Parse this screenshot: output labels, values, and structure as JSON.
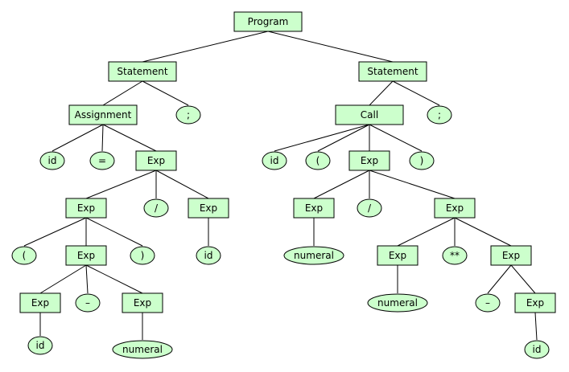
{
  "diagram": {
    "type": "parse-tree",
    "colors": {
      "node_fill": "#ccffcc",
      "node_stroke": "#000000",
      "edge": "#000000",
      "background": "#ffffff"
    },
    "nodes": {
      "n1": {
        "label": "Program",
        "shape": "box"
      },
      "n2": {
        "label": "Statement",
        "shape": "box"
      },
      "n3": {
        "label": "Statement",
        "shape": "box"
      },
      "n4": {
        "label": "Assignment",
        "shape": "box"
      },
      "n5": {
        "label": ";",
        "shape": "ellipse"
      },
      "n6": {
        "label": "id",
        "shape": "ellipse"
      },
      "n7": {
        "label": "=",
        "shape": "ellipse"
      },
      "n8": {
        "label": "Exp",
        "shape": "box"
      },
      "n9": {
        "label": "Exp",
        "shape": "box"
      },
      "n10": {
        "label": "/",
        "shape": "ellipse"
      },
      "n11": {
        "label": "Exp",
        "shape": "box"
      },
      "n12": {
        "label": "(",
        "shape": "ellipse"
      },
      "n13": {
        "label": "Exp",
        "shape": "box"
      },
      "n14": {
        "label": ")",
        "shape": "ellipse"
      },
      "n15": {
        "label": "id",
        "shape": "ellipse"
      },
      "n16": {
        "label": "Exp",
        "shape": "box"
      },
      "n17": {
        "label": "–",
        "shape": "ellipse"
      },
      "n18": {
        "label": "Exp",
        "shape": "box"
      },
      "n19": {
        "label": "id",
        "shape": "ellipse"
      },
      "n20": {
        "label": "numeral",
        "shape": "ellipse"
      },
      "n21": {
        "label": "Call",
        "shape": "box"
      },
      "n22": {
        "label": ";",
        "shape": "ellipse"
      },
      "n23": {
        "label": "id",
        "shape": "ellipse"
      },
      "n24": {
        "label": "(",
        "shape": "ellipse"
      },
      "n25": {
        "label": "Exp",
        "shape": "box"
      },
      "n26": {
        "label": ")",
        "shape": "ellipse"
      },
      "n27": {
        "label": "Exp",
        "shape": "box"
      },
      "n28": {
        "label": "/",
        "shape": "ellipse"
      },
      "n29": {
        "label": "Exp",
        "shape": "box"
      },
      "n30": {
        "label": "numeral",
        "shape": "ellipse"
      },
      "n31": {
        "label": "Exp",
        "shape": "box"
      },
      "n32": {
        "label": "**",
        "shape": "ellipse"
      },
      "n33": {
        "label": "Exp",
        "shape": "box"
      },
      "n34": {
        "label": "numeral",
        "shape": "ellipse"
      },
      "n35": {
        "label": "–",
        "shape": "ellipse"
      },
      "n36": {
        "label": "Exp",
        "shape": "box"
      },
      "n37": {
        "label": "id",
        "shape": "ellipse"
      }
    },
    "edges": [
      [
        "n1",
        "n2"
      ],
      [
        "n1",
        "n3"
      ],
      [
        "n2",
        "n4"
      ],
      [
        "n2",
        "n5"
      ],
      [
        "n4",
        "n6"
      ],
      [
        "n4",
        "n7"
      ],
      [
        "n4",
        "n8"
      ],
      [
        "n8",
        "n9"
      ],
      [
        "n8",
        "n10"
      ],
      [
        "n8",
        "n11"
      ],
      [
        "n9",
        "n12"
      ],
      [
        "n9",
        "n13"
      ],
      [
        "n9",
        "n14"
      ],
      [
        "n11",
        "n15"
      ],
      [
        "n13",
        "n16"
      ],
      [
        "n13",
        "n17"
      ],
      [
        "n13",
        "n18"
      ],
      [
        "n16",
        "n19"
      ],
      [
        "n18",
        "n20"
      ],
      [
        "n3",
        "n21"
      ],
      [
        "n3",
        "n22"
      ],
      [
        "n21",
        "n23"
      ],
      [
        "n21",
        "n24"
      ],
      [
        "n21",
        "n25"
      ],
      [
        "n21",
        "n26"
      ],
      [
        "n25",
        "n27"
      ],
      [
        "n25",
        "n28"
      ],
      [
        "n25",
        "n29"
      ],
      [
        "n27",
        "n30"
      ],
      [
        "n29",
        "n31"
      ],
      [
        "n29",
        "n32"
      ],
      [
        "n29",
        "n33"
      ],
      [
        "n31",
        "n34"
      ],
      [
        "n33",
        "n35"
      ],
      [
        "n33",
        "n36"
      ],
      [
        "n36",
        "n37"
      ]
    ]
  }
}
